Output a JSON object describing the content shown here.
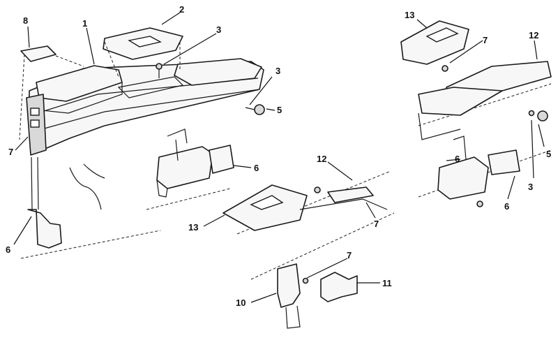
{
  "callouts": [
    {
      "id": "c1",
      "text": "1"
    },
    {
      "id": "c2",
      "text": "2"
    },
    {
      "id": "c3a",
      "text": "3"
    },
    {
      "id": "c3b",
      "text": "3"
    },
    {
      "id": "c5a",
      "text": "5"
    },
    {
      "id": "c6a",
      "text": "6"
    },
    {
      "id": "c6b",
      "text": "6"
    },
    {
      "id": "c7a",
      "text": "7"
    },
    {
      "id": "c8",
      "text": "8"
    },
    {
      "id": "c12a",
      "text": "12"
    },
    {
      "id": "c13a",
      "text": "13"
    },
    {
      "id": "c7b",
      "text": "7"
    },
    {
      "id": "c7c",
      "text": "7"
    },
    {
      "id": "c10",
      "text": "10"
    },
    {
      "id": "c11",
      "text": "11"
    },
    {
      "id": "c13b",
      "text": "13"
    },
    {
      "id": "c7d",
      "text": "7"
    },
    {
      "id": "c12b",
      "text": "12"
    },
    {
      "id": "c3c",
      "text": "3"
    },
    {
      "id": "c5b",
      "text": "5"
    },
    {
      "id": "c6c",
      "text": "6"
    },
    {
      "id": "c6d",
      "text": "6"
    }
  ]
}
